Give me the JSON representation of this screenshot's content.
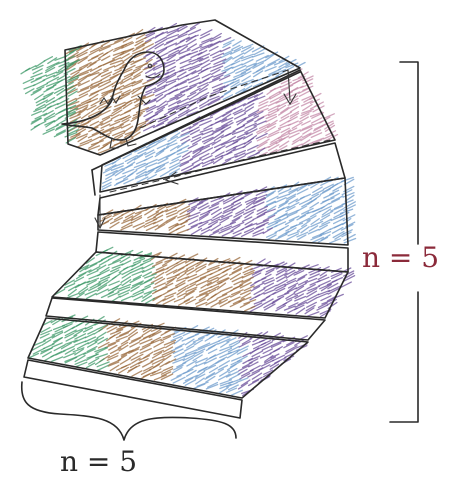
{
  "labels": {
    "right_count": "n = 5",
    "bottom_count": "n = 5"
  },
  "colors": {
    "ink": "#2a2a2a",
    "right_label": "#8b2a3a",
    "bottom_label": "#2a2a2a",
    "crayon_green": "#3f9a6a",
    "crayon_brown": "#9a6a3c",
    "crayon_purple": "#6a4e9a",
    "crayon_blue": "#6f9ccc",
    "crayon_pink": "#c48aa8"
  },
  "figure": {
    "step_count": 5,
    "character": "dinosaur"
  }
}
